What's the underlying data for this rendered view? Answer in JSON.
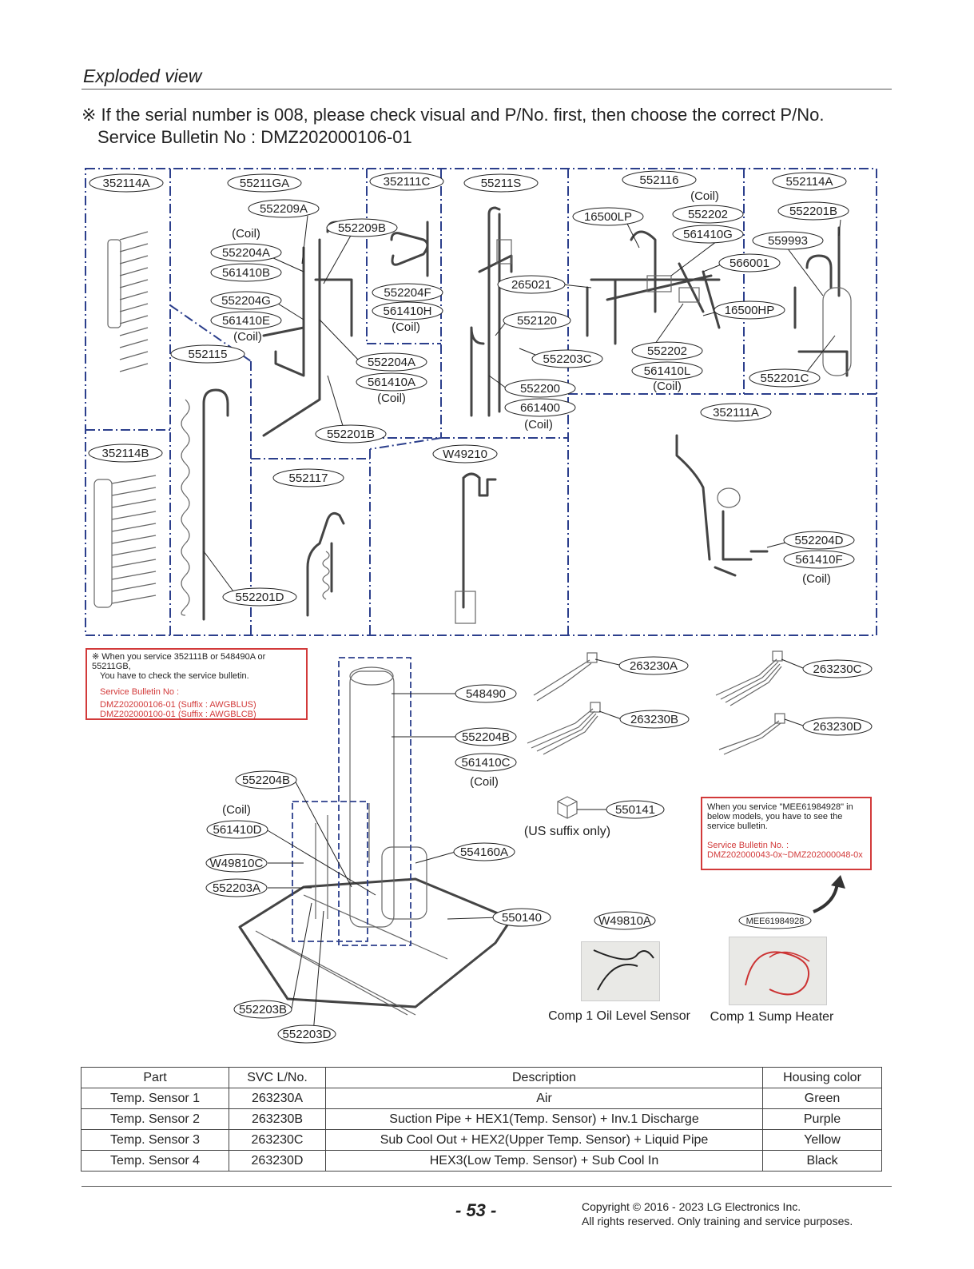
{
  "header": {
    "title": "Exploded view"
  },
  "notice": {
    "line1": "※ If the serial number is 008, please check visual and P/No. first, then choose the correct P/No.",
    "line2": "Service Bulletin No : DMZ202000106-01"
  },
  "callouts": {
    "c352114A": "352114A",
    "c55211GA": "55211GA",
    "c352111C": "352111C",
    "c55211S": "55211S",
    "c552116": "552116",
    "c552114A": "552114A",
    "c552209A": "552209A",
    "c552209B": "552209B",
    "coil": "(Coil)",
    "c552204A_1": "552204A",
    "c561410B": "561410B",
    "c552204F": "552204F",
    "c561410H": "561410H",
    "c552204G": "552204G",
    "c561410E": "561410E",
    "c552204A_2": "552204A",
    "c561410A": "561410A",
    "c552115": "552115",
    "c552201B_1": "552201B",
    "c16500LP": "16500LP",
    "c552202_1": "552202",
    "c561410G": "561410G",
    "c552201B_2": "552201B",
    "c559993": "559993",
    "c566001": "566001",
    "c265021": "265021",
    "c16500HP": "16500HP",
    "c552120": "552120",
    "c552203C": "552203C",
    "c552202_2": "552202",
    "c561410L": "561410L",
    "c552201C": "552201C",
    "c552200": "552200",
    "c661400": "661400",
    "c352111A": "352111A",
    "c352114B": "352114B",
    "cW49210": "W49210",
    "c552117": "552117",
    "c552204D": "552204D",
    "c561410F": "561410F",
    "c552201D": "552201D",
    "c548490": "548490",
    "c263230A": "263230A",
    "c263230C": "263230C",
    "c263230B": "263230B",
    "c263230D": "263230D",
    "c552204B_1": "552204B",
    "c561410C": "561410C",
    "c552204B_2": "552204B",
    "c561410D": "561410D",
    "cW49810C": "W49810C",
    "c552203A": "552203A",
    "c554160A": "554160A",
    "c550141": "550141",
    "us_only": "(US suffix only)",
    "c550140": "550140",
    "cW49810A": "W49810A",
    "cMEE61984928": "MEE61984928",
    "c552203B": "552203B",
    "c552203D": "552203D"
  },
  "photo_captions": {
    "oil": "Comp 1 Oil Level Sensor",
    "heater": "Comp 1 Sump Heater"
  },
  "bulletin_left": {
    "line1": "※ When you service 352111B or 548490A or 55211GB,",
    "line2": "You have to check the service bulletin.",
    "sb_title": "Service Bulletin No :",
    "sb1": "DMZ202000106-01 (Suffix : AWGBLUS)",
    "sb2": "DMZ202000100-01 (Suffix : AWGBLCB)"
  },
  "bulletin_right": {
    "line1": "When you service \"MEE61984928\" in",
    "line2": "below models, you have to see the",
    "line3": "service bulletin.",
    "sb_title": "Service Bulletin No. :",
    "sb": "DMZ202000043-0x~DMZ202000048-0x"
  },
  "table": {
    "headers": [
      "Part",
      "SVC L/No.",
      "Description",
      "Housing color"
    ],
    "rows": [
      [
        "Temp. Sensor 1",
        "263230A",
        "Air",
        "Green"
      ],
      [
        "Temp. Sensor 2",
        "263230B",
        "Suction Pipe + HEX1(Temp. Sensor) + Inv.1  Discharge",
        "Purple"
      ],
      [
        "Temp. Sensor 3",
        "263230C",
        "Sub Cool Out + HEX2(Upper Temp. Sensor) + Liquid Pipe",
        "Yellow"
      ],
      [
        "Temp. Sensor 4",
        "263230D",
        "HEX3(Low Temp. Sensor) + Sub Cool In",
        "Black"
      ]
    ]
  },
  "footer": {
    "page": "- 53 -",
    "copyright1": "Copyright © 2016 - 2023 LG Electronics Inc.",
    "copyright2": "All rights reserved. Only training and service purposes."
  },
  "colors": {
    "dash": "#2c3f8c",
    "red": "#d23a3a",
    "line": "#333333"
  }
}
